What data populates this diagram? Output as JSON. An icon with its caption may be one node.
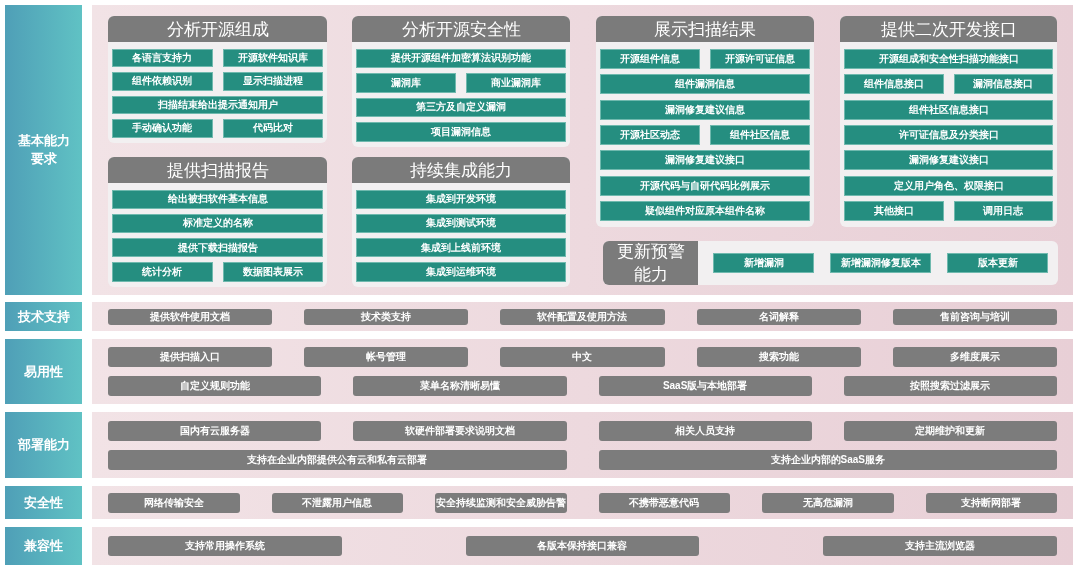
{
  "diagram": {
    "nodes": [
      {
        "text": [
          "基本能力要求"
        ]
      },
      {
        "text": [],
        "shape": "band"
      },
      {
        "text": [
          "分析开源组成"
        ],
        "in": 1
      },
      {
        "text": [
          "各语言支持力"
        ],
        "in": 2
      },
      {
        "text": [
          "开源软件知识库"
        ],
        "in": 2
      },
      {
        "text": [
          "组件依赖识别"
        ],
        "in": 2
      },
      {
        "text": [
          "显示扫描进程"
        ],
        "in": 2
      },
      {
        "text": [
          "扫描结束给出提示通知用户"
        ],
        "in": 2
      },
      {
        "text": [
          "手动确认功能"
        ],
        "in": 2
      },
      {
        "text": [
          "代码比对"
        ],
        "in": 2
      },
      {
        "text": [
          "提供扫描报告"
        ],
        "in": 1
      },
      {
        "text": [
          "给出被扫软件基本信息"
        ],
        "in": 10
      },
      {
        "text": [
          "标准定义的名称"
        ],
        "in": 10
      },
      {
        "text": [
          "提供下载扫描报告"
        ],
        "in": 10
      },
      {
        "text": [
          "统计分析"
        ],
        "in": 10
      },
      {
        "text": [
          "数据图表展示"
        ],
        "in": 10
      },
      {
        "text": [
          "分析开源安全性"
        ],
        "in": 1
      },
      {
        "text": [
          "提供开源组件加密算法识别功能"
        ],
        "in": 16
      },
      {
        "text": [
          "漏洞库"
        ],
        "in": 16
      },
      {
        "text": [
          "商业漏洞库"
        ],
        "in": 16
      },
      {
        "text": [
          "第三方及自定义漏洞"
        ],
        "in": 16
      },
      {
        "text": [
          "项目漏洞信息"
        ],
        "in": 16
      },
      {
        "text": [
          "持续集成能力"
        ],
        "in": 1
      },
      {
        "text": [
          "集成到开发环境"
        ],
        "in": 22
      },
      {
        "text": [
          "集成到测试环境"
        ],
        "in": 22
      },
      {
        "text": [
          "集成到上线前环境"
        ],
        "in": 22
      },
      {
        "text": [
          "集成到运维环境"
        ],
        "in": 22
      },
      {
        "text": [
          "展示扫描结果"
        ],
        "in": 1
      },
      {
        "text": [
          "开源组件信息"
        ],
        "in": 27
      },
      {
        "text": [
          "开源许可证信息"
        ],
        "in": 27
      },
      {
        "text": [
          "组件漏洞信息"
        ],
        "in": 27
      },
      {
        "text": [
          "漏洞修复建议信息"
        ],
        "in": 27
      },
      {
        "text": [
          "开源社区动态"
        ],
        "in": 27
      },
      {
        "text": [
          "组件社区信息"
        ],
        "in": 27
      },
      {
        "text": [
          "漏洞修复建议接口"
        ],
        "in": 27
      },
      {
        "text": [
          "开源代码与自研代码比例展示"
        ],
        "in": 27
      },
      {
        "text": [
          "疑似组件对应原本组件名称"
        ],
        "in": 27
      },
      {
        "text": [
          "提供二次开发接口"
        ],
        "in": 1
      },
      {
        "text": [
          "开源组成和安全性扫描功能接口"
        ],
        "in": 37
      },
      {
        "text": [
          "组件信息接口"
        ],
        "in": 37
      },
      {
        "text": [
          "漏洞信息接口"
        ],
        "in": 37
      },
      {
        "text": [
          "组件社区信息接口"
        ],
        "in": 37
      },
      {
        "text": [
          "许可证信息及分类接口"
        ],
        "in": 37
      },
      {
        "text": [
          "漏洞修复建议接口"
        ],
        "in": 37
      },
      {
        "text": [
          "定义用户角色、权限接口"
        ],
        "in": 37
      },
      {
        "text": [
          "其他接口"
        ],
        "in": 37
      },
      {
        "text": [
          "调用日志"
        ],
        "in": 37
      },
      {
        "text": [
          "更新预警能力"
        ],
        "in": 1
      },
      {
        "text": [
          "新增漏洞"
        ],
        "in": 47
      },
      {
        "text": [
          "新增漏洞修复版本"
        ],
        "in": 47
      },
      {
        "text": [
          "版本更新"
        ],
        "in": 47
      },
      {
        "text": [
          "技术支持"
        ]
      },
      {
        "text": [],
        "shape": "band"
      },
      {
        "text": [
          "提供软件使用文档"
        ],
        "in": 52
      },
      {
        "text": [
          "技术类支持"
        ],
        "in": 52
      },
      {
        "text": [
          "软件配置及使用方法"
        ],
        "in": 52
      },
      {
        "text": [
          "名词解释"
        ],
        "in": 52
      },
      {
        "text": [
          "售前咨询与培训"
        ],
        "in": 52
      },
      {
        "text": [
          "易用性"
        ]
      },
      {
        "text": [],
        "shape": "band"
      },
      {
        "text": [
          "提供扫描入口"
        ],
        "in": 59
      },
      {
        "text": [
          "帐号管理"
        ],
        "in": 59
      },
      {
        "text": [
          "中文"
        ],
        "in": 59
      },
      {
        "text": [
          "搜索功能"
        ],
        "in": 59
      },
      {
        "text": [
          "多维度展示"
        ],
        "in": 59
      },
      {
        "text": [
          "自定义规则功能"
        ],
        "in": 59
      },
      {
        "text": [
          "菜单名称清晰易懂"
        ],
        "in": 59
      },
      {
        "text": [
          "SaaS版与本地部署"
        ],
        "in": 59
      },
      {
        "text": [
          "按照搜索过滤展示"
        ],
        "in": 59
      },
      {
        "text": [
          "部署能力"
        ]
      },
      {
        "text": [],
        "shape": "band"
      },
      {
        "text": [
          "国内有云服务器"
        ],
        "in": 70
      },
      {
        "text": [
          "软硬件部署要求说明文档"
        ],
        "in": 70
      },
      {
        "text": [
          "相关人员支持"
        ],
        "in": 70
      },
      {
        "text": [
          "定期维护和更新"
        ],
        "in": 70
      },
      {
        "text": [
          "支持在企业内部提供公有云和私有云部署"
        ],
        "in": 70
      },
      {
        "text": [
          "支持企业内部的SaaS服务"
        ],
        "in": 70
      },
      {
        "text": [
          "安全性"
        ]
      },
      {
        "text": [],
        "shape": "band"
      },
      {
        "text": [
          "网络传输安全"
        ],
        "in": 78
      },
      {
        "text": [
          "不泄露用户信息"
        ],
        "in": 78
      },
      {
        "text": [
          "安全持续监测和安全威胁告警"
        ],
        "in": 78
      },
      {
        "text": [
          "不携带恶意代码"
        ],
        "in": 78
      },
      {
        "text": [
          "无高危漏洞"
        ],
        "in": 78
      },
      {
        "text": [
          "支持断网部署"
        ],
        "in": 78
      },
      {
        "text": [
          "兼容性"
        ]
      },
      {
        "text": [],
        "shape": "band"
      },
      {
        "text": [
          "支持常用操作系统"
        ],
        "in": 86
      },
      {
        "text": [
          "各版本保持接口兼容"
        ],
        "in": 86
      },
      {
        "text": [
          "支持主流浏览器"
        ],
        "in": 86
      }
    ]
  }
}
